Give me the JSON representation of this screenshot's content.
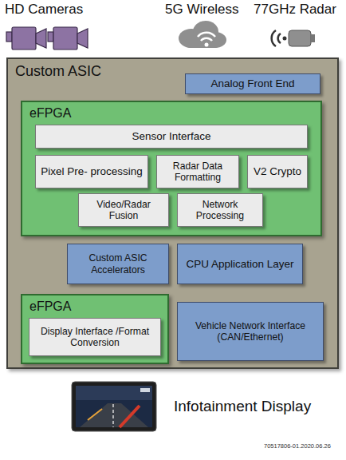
{
  "diagram": {
    "nodes": [
      {
        "text": [
          "Custom ASIC"
        ]
      },
      {
        "text": [
          "Analog Front End"
        ],
        "in": 0
      },
      {
        "text": [
          "eFPGA"
        ],
        "in": 0
      },
      {
        "text": [
          "Sensor Interface"
        ],
        "in": 2
      },
      {
        "text": [
          "Pixel Pre- processing"
        ],
        "in": 2
      },
      {
        "text": [
          "Radar Data Formatting"
        ],
        "in": 2
      },
      {
        "text": [
          "V2 Crypto"
        ],
        "in": 2
      },
      {
        "text": [
          "Video/Radar Fusion"
        ],
        "in": 2
      },
      {
        "text": [
          "Network Processing"
        ],
        "in": 2
      },
      {
        "text": [
          "Custom ASIC Accelerators"
        ],
        "in": 0
      },
      {
        "text": [
          "CPU Application Layer"
        ],
        "in": 0
      },
      {
        "text": [
          "eFPGA"
        ],
        "in": 0
      },
      {
        "text": [
          "Display Interface /Format Conversion"
        ],
        "in": 11
      },
      {
        "text": [
          "Vehicle Network Interface (CAN/Ethernet)"
        ],
        "in": 0
      }
    ],
    "labels": [
      "HD Cameras",
      "5G Wireless",
      "77GHz Radar",
      "Infotainment Display",
      "70517806-01.2020.06.26"
    ]
  }
}
